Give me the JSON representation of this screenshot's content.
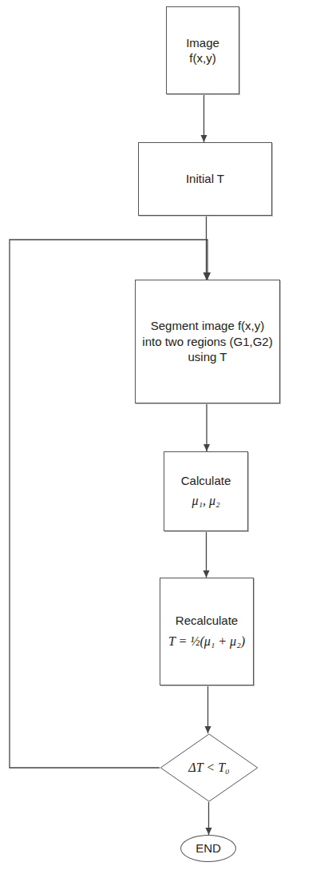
{
  "diagram": {
    "nodes": [
      {
        "text": [
          "Image f(x,y)"
        ]
      },
      {
        "text": [
          "Initial T"
        ]
      },
      {
        "text": [
          "Segment image f(x,y) into two regions (G1,G2) using T"
        ]
      },
      {
        "text": [
          "Calculate",
          "μ₁, μ₂"
        ]
      },
      {
        "text": [
          "Recalculate",
          "T = ½(μ₁ + μ₂)"
        ]
      },
      {
        "text": [
          "ΔT < T₀"
        ]
      },
      {
        "text": [
          "END"
        ]
      }
    ],
    "edges": [
      {
        "from": 0,
        "to": 1,
        "arrow": "to"
      },
      {
        "from": 1,
        "to": 2,
        "arrow": "to"
      },
      {
        "from": 2,
        "to": 3,
        "arrow": "to"
      },
      {
        "from": 3,
        "to": 4,
        "arrow": "to"
      },
      {
        "from": 4,
        "to": 5,
        "arrow": "to"
      },
      {
        "from": 5,
        "to": 2,
        "arrow": "to"
      },
      {
        "from": 5,
        "to": 6,
        "arrow": "to"
      }
    ]
  }
}
